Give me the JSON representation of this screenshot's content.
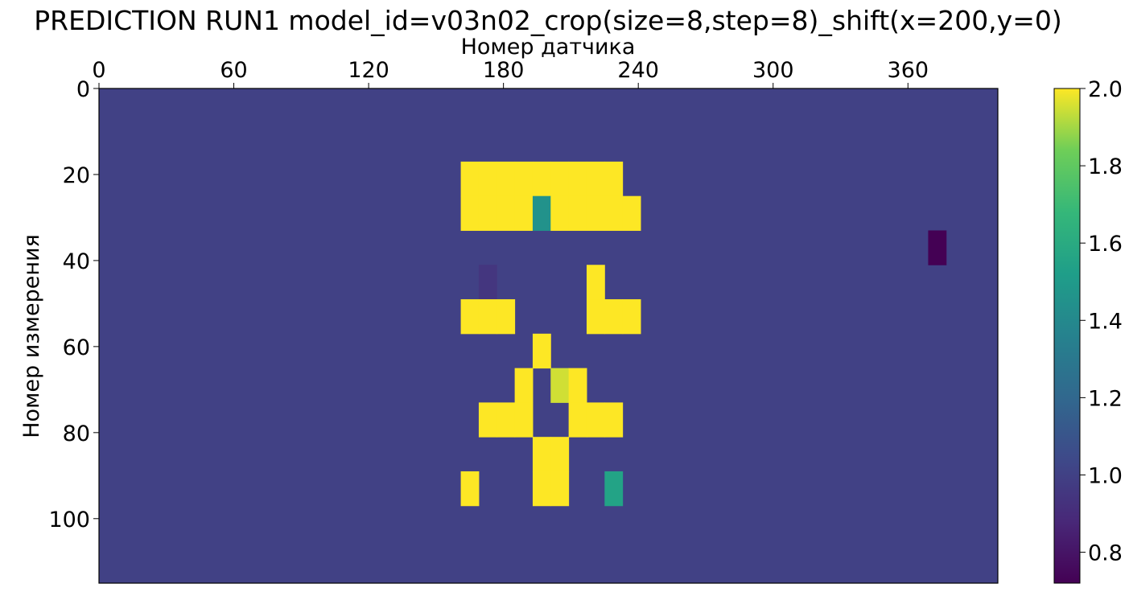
{
  "chart_data": {
    "type": "heatmap",
    "title": "PREDICTION RUN1 model_id=v03n02_crop(size=8,step=8)_shift(x=200,y=0)",
    "xlabel": "Номер датчика",
    "ylabel": "Номер измерения",
    "xlim": [
      0,
      400
    ],
    "ylim": [
      115,
      0
    ],
    "x_axis_position": "top",
    "xticks": [
      "0",
      "60",
      "120",
      "180",
      "240",
      "300",
      "360"
    ],
    "yticks": [
      "0",
      "20",
      "40",
      "60",
      "80",
      "100"
    ],
    "grid": false,
    "colormap": "viridis",
    "color_range": [
      0.72,
      2.0
    ],
    "colorbar_ticks": [
      "0.8",
      "1.0",
      "1.2",
      "1.4",
      "1.6",
      "1.8",
      "2.0"
    ],
    "cell_size": 8,
    "background_value": 1.0,
    "cells": [
      {
        "x": 161,
        "y": 17,
        "value": 2.0
      },
      {
        "x": 169,
        "y": 17,
        "value": 2.0
      },
      {
        "x": 177,
        "y": 17,
        "value": 2.0
      },
      {
        "x": 185,
        "y": 17,
        "value": 2.0
      },
      {
        "x": 193,
        "y": 17,
        "value": 2.0
      },
      {
        "x": 201,
        "y": 17,
        "value": 2.0
      },
      {
        "x": 209,
        "y": 17,
        "value": 2.0
      },
      {
        "x": 217,
        "y": 17,
        "value": 2.0
      },
      {
        "x": 225,
        "y": 17,
        "value": 2.0
      },
      {
        "x": 161,
        "y": 25,
        "value": 2.0
      },
      {
        "x": 169,
        "y": 25,
        "value": 2.0
      },
      {
        "x": 177,
        "y": 25,
        "value": 2.0
      },
      {
        "x": 185,
        "y": 25,
        "value": 2.0
      },
      {
        "x": 193,
        "y": 25,
        "value": 1.45
      },
      {
        "x": 201,
        "y": 25,
        "value": 2.0
      },
      {
        "x": 209,
        "y": 25,
        "value": 2.0
      },
      {
        "x": 217,
        "y": 25,
        "value": 2.0
      },
      {
        "x": 225,
        "y": 25,
        "value": 2.0
      },
      {
        "x": 233,
        "y": 25,
        "value": 2.0
      },
      {
        "x": 369,
        "y": 33,
        "value": 0.72
      },
      {
        "x": 169,
        "y": 41,
        "value": 0.95
      },
      {
        "x": 217,
        "y": 41,
        "value": 2.0
      },
      {
        "x": 161,
        "y": 49,
        "value": 2.0
      },
      {
        "x": 169,
        "y": 49,
        "value": 2.0
      },
      {
        "x": 177,
        "y": 49,
        "value": 2.0
      },
      {
        "x": 217,
        "y": 49,
        "value": 2.0
      },
      {
        "x": 225,
        "y": 49,
        "value": 2.0
      },
      {
        "x": 233,
        "y": 49,
        "value": 2.0
      },
      {
        "x": 193,
        "y": 57,
        "value": 2.0
      },
      {
        "x": 185,
        "y": 65,
        "value": 2.0
      },
      {
        "x": 201,
        "y": 65,
        "value": 1.95
      },
      {
        "x": 209,
        "y": 65,
        "value": 2.0
      },
      {
        "x": 169,
        "y": 73,
        "value": 2.0
      },
      {
        "x": 177,
        "y": 73,
        "value": 2.0
      },
      {
        "x": 185,
        "y": 73,
        "value": 2.0
      },
      {
        "x": 209,
        "y": 73,
        "value": 2.0
      },
      {
        "x": 217,
        "y": 73,
        "value": 2.0
      },
      {
        "x": 225,
        "y": 73,
        "value": 2.0
      },
      {
        "x": 193,
        "y": 81,
        "value": 2.0
      },
      {
        "x": 201,
        "y": 81,
        "value": 2.0
      },
      {
        "x": 161,
        "y": 89,
        "value": 2.0
      },
      {
        "x": 193,
        "y": 89,
        "value": 2.0
      },
      {
        "x": 201,
        "y": 89,
        "value": 2.0
      },
      {
        "x": 225,
        "y": 89,
        "value": 1.55
      }
    ]
  }
}
